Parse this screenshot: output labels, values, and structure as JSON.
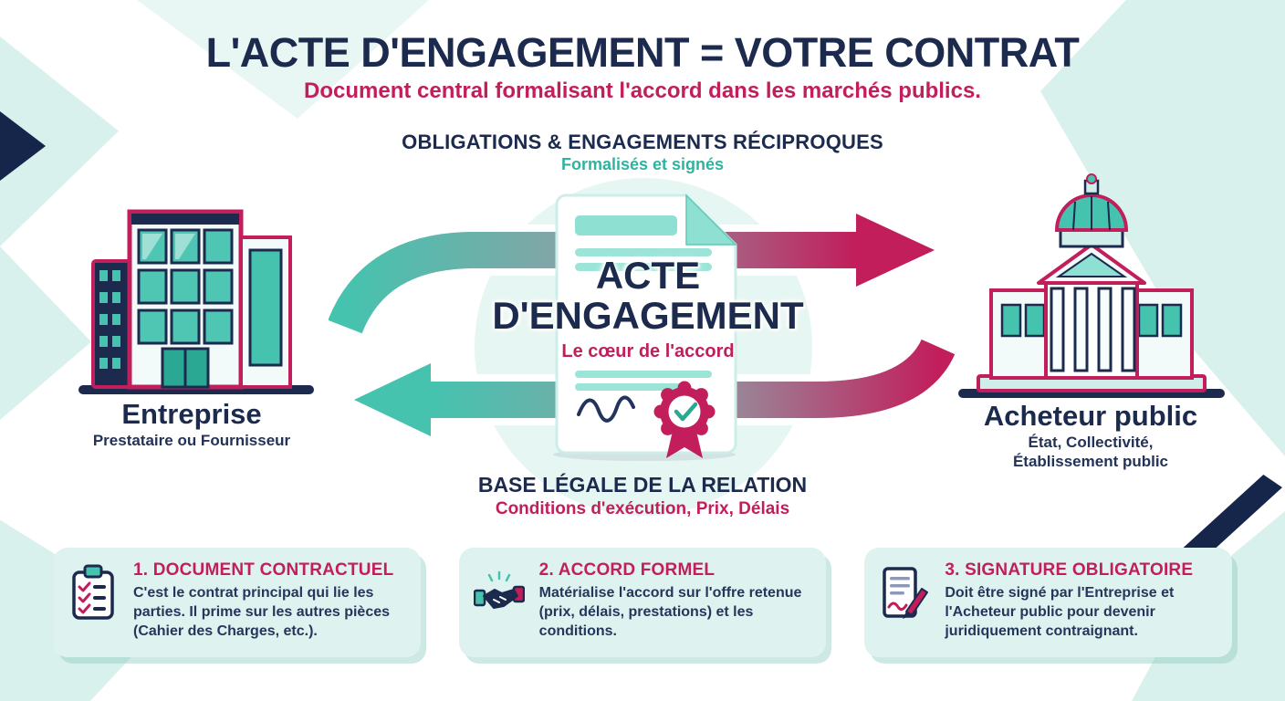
{
  "header": {
    "title": "L'ACTE D'ENGAGEMENT = VOTRE CONTRAT",
    "subtitle": "Document central formalisant l'accord dans les marchés publics."
  },
  "diagram": {
    "top_label": "OBLIGATIONS & ENGAGEMENTS RÉCIPROQUES",
    "top_sublabel": "Formalisés et signés",
    "bottom_label": "BASE LÉGALE DE LA RELATION",
    "bottom_sublabel": "Conditions d'exécution, Prix, Délais",
    "left_entity": {
      "title": "Entreprise",
      "subtitle": "Prestataire ou Fournisseur",
      "icon": "office-building-icon"
    },
    "center_document": {
      "line1": "ACTE",
      "line2": "D'ENGAGEMENT",
      "caption": "Le cœur de l'accord",
      "icon": "contract-document-icon",
      "seal": "certified-seal-icon"
    },
    "right_entity": {
      "title": "Acheteur public",
      "subtitle_line1": "État, Collectivité,",
      "subtitle_line2": "Établissement public",
      "icon": "government-building-icon"
    },
    "arrows": [
      {
        "direction": "left-to-right",
        "gradient": [
          "#45c3ae",
          "#c21e5c"
        ]
      },
      {
        "direction": "right-to-left",
        "gradient": [
          "#c21e5c",
          "#45c3ae"
        ]
      }
    ]
  },
  "cards": [
    {
      "icon": "checklist-icon",
      "title": "1. DOCUMENT CONTRACTUEL",
      "text": "C'est le contrat principal qui lie les parties. Il prime sur les autres pièces (Cahier des Charges, etc.)."
    },
    {
      "icon": "handshake-icon",
      "title": "2. ACCORD FORMEL",
      "text": "Matérialise l'accord sur l'offre retenue (prix, délais, prestations) et les conditions."
    },
    {
      "icon": "signature-pen-icon",
      "title": "3. SIGNATURE OBLIGATOIRE",
      "text": "Doit être signé par l'Entreprise et l'Acheteur public pour devenir juridiquement contraignant."
    }
  ],
  "colors": {
    "navy": "#1b2a4d",
    "pink": "#c21e5c",
    "teal": "#45c3ae",
    "teal_dark": "#2aa893",
    "light_teal": "#d9f1ec",
    "card_bg": "#def3ef"
  }
}
